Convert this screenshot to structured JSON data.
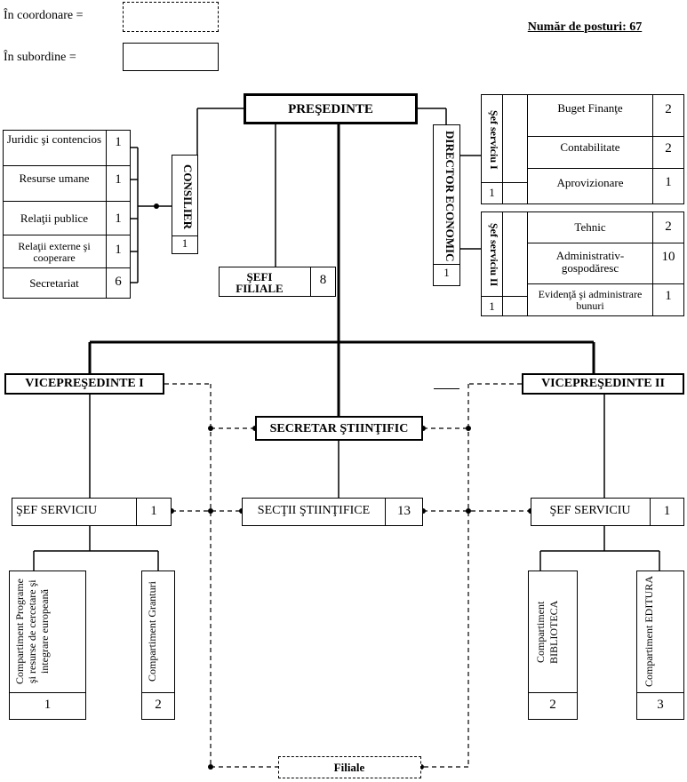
{
  "legend": {
    "coord_label": "În coordonare =",
    "sub_label": "În subordine =",
    "total_label": "Număr de posturi: 67"
  },
  "president": "PREŞEDINTE",
  "consilier": {
    "label": "CONSILIER",
    "count": "1"
  },
  "left_units": [
    {
      "label": "Juridic şi contencios",
      "count": "1"
    },
    {
      "label": "Resurse umane",
      "count": "1"
    },
    {
      "label": "Relaţii publice",
      "count": "1"
    },
    {
      "label": "Relaţii externe şi cooperare",
      "count": "1"
    },
    {
      "label": "Secretariat",
      "count": "6"
    }
  ],
  "sefi_filiale": {
    "label": "ŞEFI FILIALE",
    "count": "8"
  },
  "director": {
    "label": "DIRECTOR ECONOMIC",
    "count": "1"
  },
  "sef1": {
    "label": "Şef serviciu I",
    "count": "1"
  },
  "sef2": {
    "label": "Şef serviciu II",
    "count": "1"
  },
  "sef1_units": [
    {
      "label": "Buget Finanţe",
      "count": "2"
    },
    {
      "label": "Contabilitate",
      "count": "2"
    },
    {
      "label": "Aprovizionare",
      "count": "1"
    }
  ],
  "sef2_units": [
    {
      "label": "Tehnic",
      "count": "2"
    },
    {
      "label": "Administrativ-gospodăresc",
      "count": "10"
    },
    {
      "label": "Evidenţă şi administrare bunuri",
      "count": "1"
    }
  ],
  "vp1": "VICEPREŞEDINTE I",
  "vp2": "VICEPREŞEDINTE  II",
  "secretar": "SECRETAR ŞTIINŢIFIC",
  "sef_left": {
    "label": "ŞEF SERVICIU",
    "count": "1"
  },
  "sectii": {
    "label": "SECŢII ŞTIINŢIFICE",
    "count": "13"
  },
  "sef_right": {
    "label": "ŞEF SERVICIU",
    "count": "1"
  },
  "comp_programe": {
    "label": "Compartiment Programe şi resurse de cercetare şi integrare europeană",
    "count": "1"
  },
  "comp_granturi": {
    "label": "Compartiment Granturi",
    "count": "2"
  },
  "comp_biblioteca": {
    "label": "Compartiment BIBLIOTECA",
    "count": "2"
  },
  "comp_editura": {
    "label": "Compartiment EDITURA",
    "count": "3"
  },
  "filiale": "Filiale"
}
